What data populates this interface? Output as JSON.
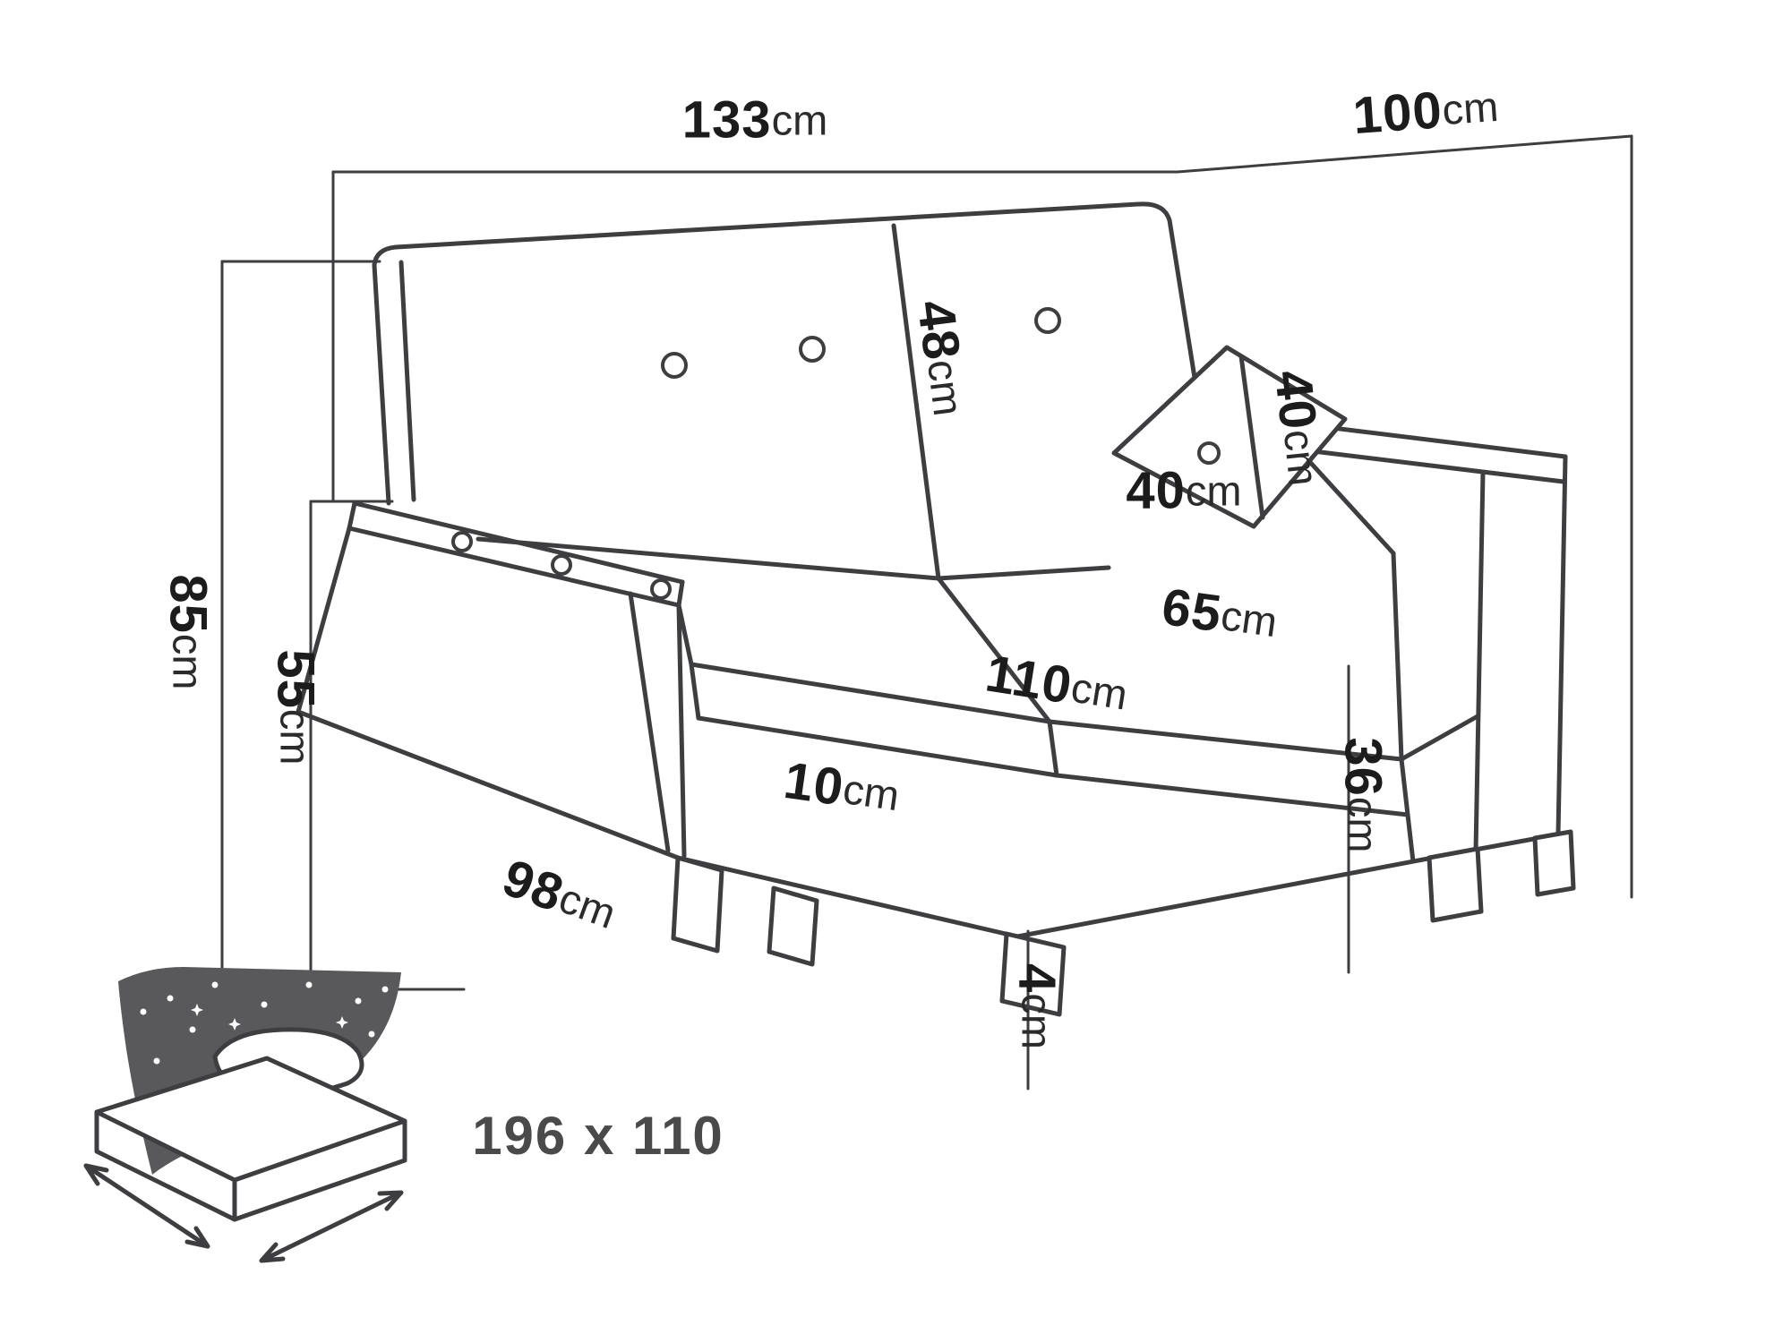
{
  "title": "Sofa dimension diagram",
  "dims": {
    "width_top": {
      "v": "133",
      "u": "cm"
    },
    "depth_top": {
      "v": "100",
      "u": "cm"
    },
    "height_total": {
      "v": "85",
      "u": "cm"
    },
    "height_armrest": {
      "v": "55",
      "u": "cm"
    },
    "backrest": {
      "v": "48",
      "u": "cm"
    },
    "pillow_height": {
      "v": "40",
      "u": "cm"
    },
    "pillow_width": {
      "v": "40",
      "u": "cm"
    },
    "seat_depth": {
      "v": "65",
      "u": "cm"
    },
    "seat_width": {
      "v": "110",
      "u": "cm"
    },
    "cushion_front": {
      "v": "10",
      "u": "cm"
    },
    "base_width": {
      "v": "98",
      "u": "cm"
    },
    "seat_height": {
      "v": "36",
      "u": "cm"
    },
    "leg_height": {
      "v": "4",
      "u": "cm"
    }
  },
  "sleeping": {
    "label": "196 x 110"
  },
  "colors": {
    "line": "#3e3e40",
    "text": "#1c1c1c",
    "blanket_fill": "#59595b",
    "background": "#ffffff"
  }
}
